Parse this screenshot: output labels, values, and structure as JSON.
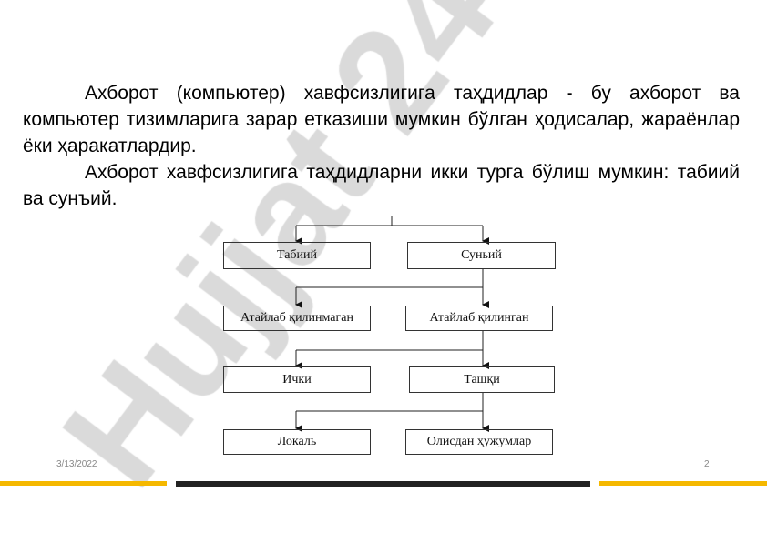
{
  "paragraphs": [
    "Ахборот (компьютер) хавфсизлигига таҳдидлар - бу ахборот ва компьютер тизимларига зарар етказиши мумкин бўлган ҳодисалар, жараёнлар ёки ҳаракатлардир.",
    "Ахборот хавфсизлигига таҳдидларни икки турга бўлиш мумкин: табиий ва сунъий."
  ],
  "diagram": {
    "level1": [
      "Табиий",
      "Суньий"
    ],
    "level2": [
      "Атайлаб қилинмаган",
      "Атайлаб қилинган"
    ],
    "level3": [
      "Ички",
      "Ташқи"
    ],
    "level4": [
      "Локаль",
      "Олисдан ҳужумлар"
    ]
  },
  "footer": {
    "date": "3/13/2022",
    "page": "2"
  },
  "watermark": "Hujjat 24",
  "colors": {
    "accent_yellow": "#f5b800",
    "dark_bar": "#222222",
    "watermark": "#d4d4d4"
  }
}
